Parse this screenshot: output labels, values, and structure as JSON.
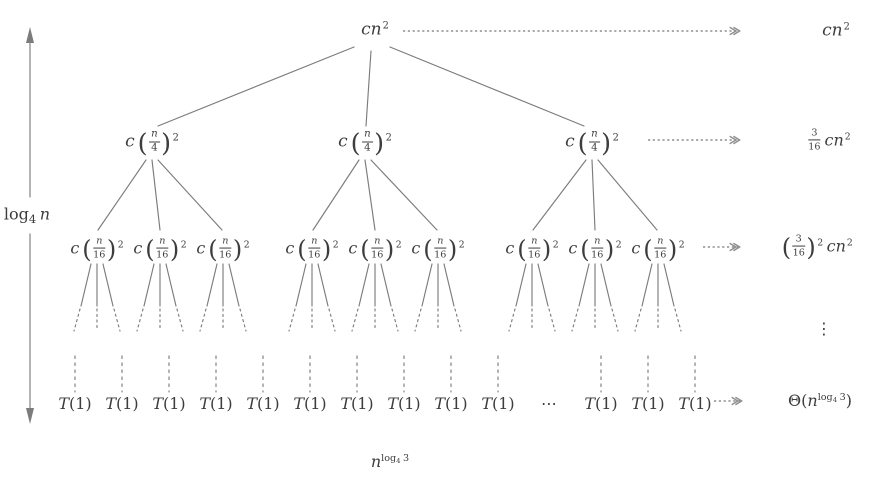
{
  "colors": {
    "ink": "#3d3d3d",
    "line": "#7c7c7c"
  },
  "tree": {
    "root": {
      "base": "cn",
      "sup": "2"
    },
    "level1": {
      "coef": "c",
      "open": "(",
      "num": "n",
      "den": "4",
      "close": ")",
      "sup": "2"
    },
    "level2": {
      "coef": "c",
      "open": "(",
      "num": "n",
      "den": "16",
      "close": ")",
      "sup": "2"
    },
    "leaf": {
      "fn": "T",
      "arg": "(1)"
    },
    "leaf_ellipsis": "⋯"
  },
  "side": {
    "height_label": {
      "fn": "log",
      "base": "4",
      "arg": "n"
    }
  },
  "row_costs": {
    "row0": {
      "base": "cn",
      "sup": "2"
    },
    "row1": {
      "num": "3",
      "den": "16",
      "base": "cn",
      "sup": "2"
    },
    "row2": {
      "open": "(",
      "num": "3",
      "den": "16",
      "close": ")",
      "paren_sup": "2",
      "base": "cn",
      "sup": "2"
    },
    "row3": "⋮",
    "row4": {
      "prefix": "Θ(",
      "base": "n",
      "sup_fn": "log",
      "sup_base": "4",
      "sup_arg": "3",
      "suffix": ")"
    }
  },
  "bottom": {
    "leaf_count": {
      "base": "n",
      "sup_fn": "log",
      "sup_base": "4",
      "sup_arg": "3"
    }
  }
}
